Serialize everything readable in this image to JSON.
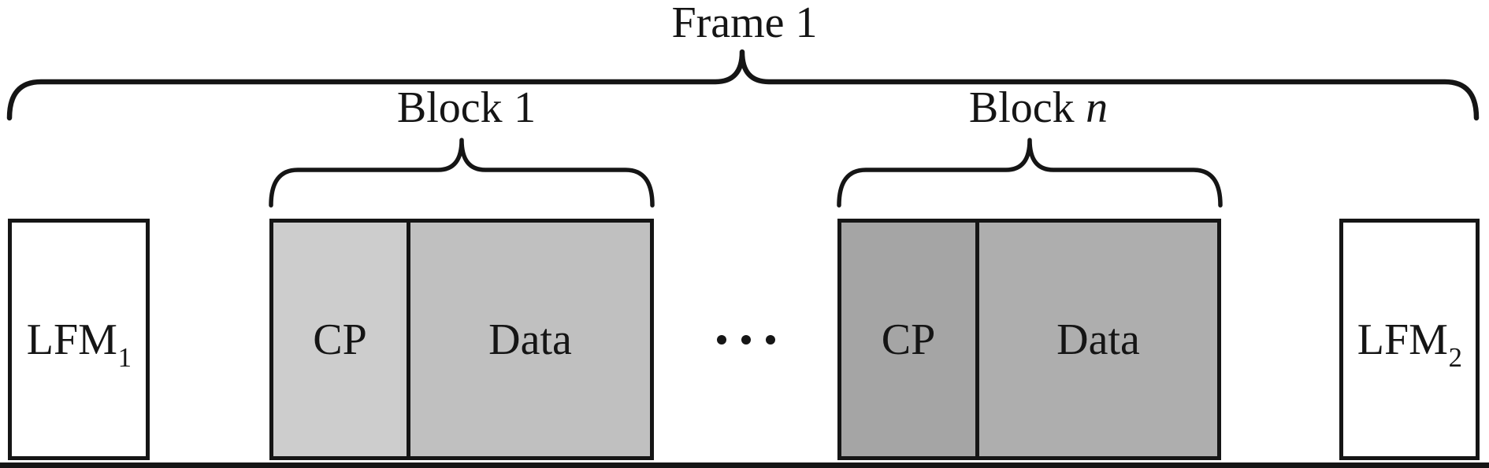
{
  "colors": {
    "background": "#ffffff",
    "line": "#151515",
    "lfm_fill": "#ffffff",
    "block1_cp_fill": "#cdcdcd",
    "block1_data_fill": "#c0c0c0",
    "blockn_cp_fill": "#a5a5a5",
    "blockn_data_fill": "#aeaeae"
  },
  "frame": {
    "label": "Frame 1"
  },
  "block1": {
    "label_prefix": "Block",
    "label_index": "1",
    "cp_label": "CP",
    "data_label": "Data"
  },
  "blockn": {
    "label_prefix": "Block",
    "label_index": "n",
    "cp_label": "CP",
    "data_label": "Data"
  },
  "lfm1": {
    "base": "LFM",
    "sub": "1"
  },
  "lfm2": {
    "base": "LFM",
    "sub": "2"
  },
  "icons": {
    "ellipsis": "three-horizontal-dots-continuation"
  }
}
